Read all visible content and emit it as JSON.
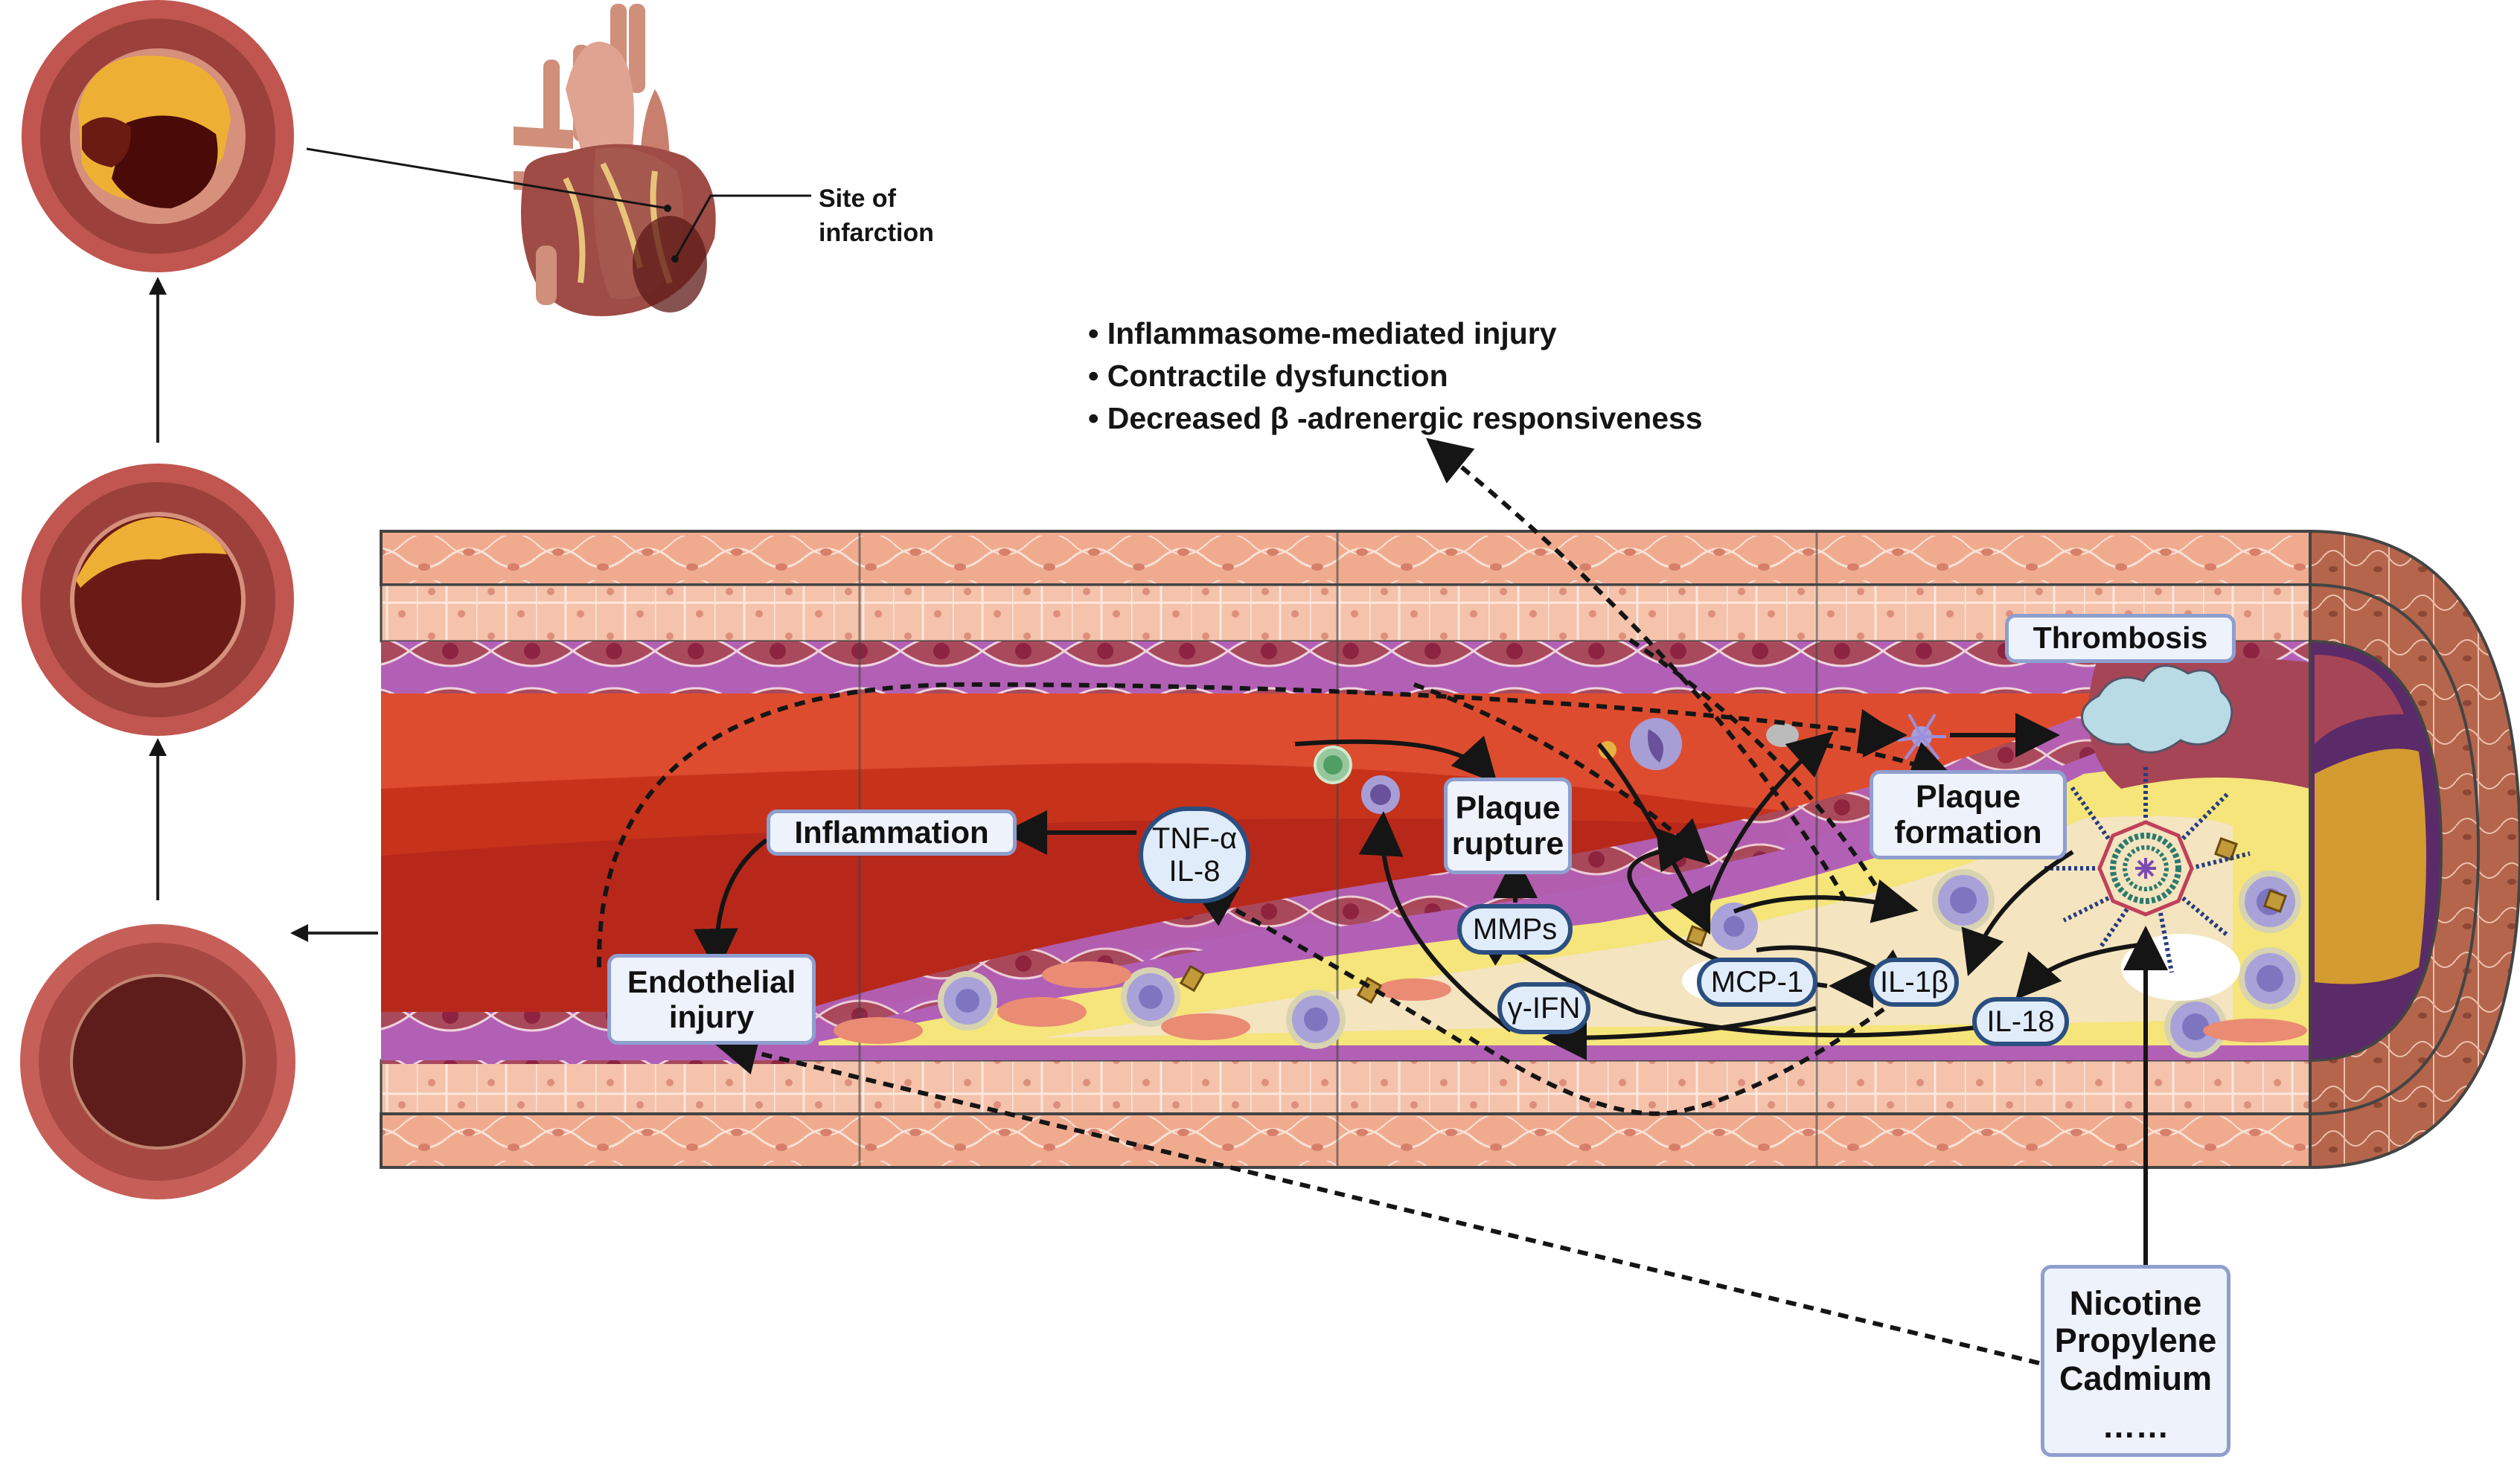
{
  "figure": {
    "heart_annotation": {
      "line1": "Site of",
      "line2": "infarction"
    },
    "outcomes": [
      "Inflammasome-mediated injury",
      "Contractile dysfunction",
      "Decreased β -adrenergic responsiveness"
    ],
    "labels": {
      "thrombosis": "Thrombosis",
      "plaque_formation": [
        "Plaque",
        "formation"
      ],
      "plaque_rupture": [
        "Plaque",
        "rupture"
      ],
      "inflammation": "Inflammation",
      "endothelial_injury": [
        "Endothelial",
        "injury"
      ]
    },
    "cytokines": {
      "tnf_il8": [
        "TNF-α",
        "IL-8"
      ],
      "mmps": "MMPs",
      "gamma_ifn": "γ-IFN",
      "mcp1": "MCP-1",
      "il1b": "IL-1β",
      "il18": "IL-18"
    },
    "exposures": {
      "items": [
        "Nicotine",
        "Propylene",
        "Cadmium"
      ],
      "more": "……"
    },
    "colors": {
      "lumen_red": "#de4c2f",
      "lumen_dark": "#c0301a",
      "endothelium": "#a84a5c",
      "intima_purple": "#b260b6",
      "plaque_yellow": "#f5e57a",
      "plaque_cream": "#f4e4bf",
      "adventitia_pink": "#f1b59f",
      "label_fill": "#eef2fb",
      "label_border": "#8e9fcf",
      "pill_border": "#2b4f80",
      "clot_blue": "#b8dbe6",
      "lipid_core": "#d39b30",
      "vessel_end_purple": "#5b2a68"
    }
  }
}
